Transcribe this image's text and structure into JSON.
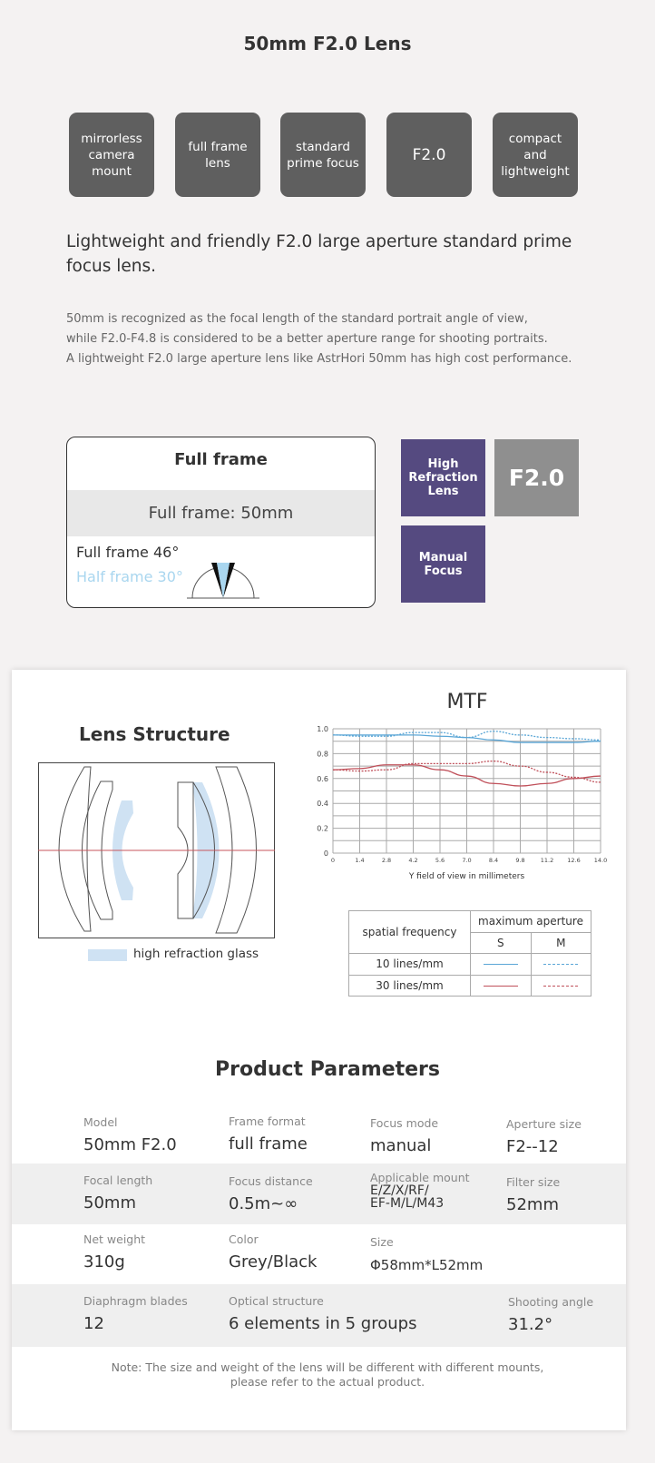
{
  "title": "50mm F2.0 Lens",
  "badges": [
    "mirrorless camera mount",
    "full frame lens",
    "standard prime focus",
    "F2.0",
    "compact and lightweight"
  ],
  "headline": "Lightweight and friendly F2.0 large aperture standard prime focus lens.",
  "paragraph": [
    "50mm is recognized as the focal length of the standard portrait angle of view,",
    "while F2.0-F4.8 is considered to be a better aperture range for shooting portraits.",
    "A lightweight F2.0 large aperture lens like AstrHori 50mm has high cost performance."
  ],
  "frame_box": {
    "title": "Full frame",
    "focal": "Full frame: 50mm",
    "full_angle": "Full frame 46°",
    "half_angle": "Half frame 30°"
  },
  "feature_boxes": {
    "high_refraction": "High Refraction Lens",
    "aperture": "F2.0",
    "manual_focus": "Manual Focus"
  },
  "lens_structure": {
    "title": "Lens Structure",
    "legend": "high refraction glass"
  },
  "chart_data": {
    "type": "line",
    "title": "MTF",
    "xlabel": "Y field of view in millimeters",
    "ylabel": "",
    "xlim": [
      0,
      14
    ],
    "ylim": [
      0,
      1
    ],
    "grid": true,
    "x": [
      0,
      1.4,
      2.8,
      4.2,
      5.6,
      7.0,
      8.4,
      9.8,
      11.2,
      12.6,
      14.0
    ],
    "x_ticks": [
      "0",
      "1.4",
      "2.8",
      "4.2",
      "5.6",
      "7.0",
      "8.4",
      "9.8",
      "11.2",
      "12.6",
      "14.0"
    ],
    "y_ticks": [
      "0",
      "0.2",
      "0.4",
      "0.6",
      "0.8",
      "1.0"
    ],
    "series": [
      {
        "name": "10 lines/mm S",
        "color": "#5aa6d6",
        "dash": false,
        "values": [
          0.95,
          0.95,
          0.95,
          0.95,
          0.94,
          0.93,
          0.91,
          0.89,
          0.89,
          0.89,
          0.9
        ]
      },
      {
        "name": "10 lines/mm M",
        "color": "#5aa6d6",
        "dash": true,
        "values": [
          0.95,
          0.94,
          0.94,
          0.97,
          0.97,
          0.93,
          0.98,
          0.95,
          0.93,
          0.92,
          0.91
        ]
      },
      {
        "name": "30 lines/mm S",
        "color": "#c0505a",
        "dash": false,
        "values": [
          0.67,
          0.68,
          0.71,
          0.71,
          0.67,
          0.62,
          0.56,
          0.54,
          0.56,
          0.6,
          0.62
        ]
      },
      {
        "name": "30 lines/mm M",
        "color": "#c0505a",
        "dash": true,
        "values": [
          0.67,
          0.66,
          0.67,
          0.72,
          0.72,
          0.72,
          0.74,
          0.7,
          0.65,
          0.61,
          0.57
        ]
      }
    ]
  },
  "mtf_legend": {
    "col1": "spatial frequency",
    "group": "maximum aperture",
    "s": "S",
    "m": "M",
    "rows": [
      "10 lines/mm",
      "30 lines/mm"
    ]
  },
  "params": {
    "title": "Product Parameters",
    "rows": [
      [
        {
          "label": "Model",
          "value": "50mm F2.0"
        },
        {
          "label": "Frame format",
          "value": "full frame"
        },
        {
          "label": "Focus mode",
          "value": "manual"
        },
        {
          "label": "Aperture size",
          "value": "F2--12"
        }
      ],
      [
        {
          "label": "Focal length",
          "value": "50mm"
        },
        {
          "label": "Focus distance",
          "value": "0.5m~∞"
        },
        {
          "label": "Applicable mount",
          "value": "E/Z/X/RF/",
          "value2": "EF-M/L/M43"
        },
        {
          "label": "Filter size",
          "value": "52mm"
        }
      ],
      [
        {
          "label": "Net weight",
          "value": "310g"
        },
        {
          "label": "Color",
          "value": "Grey/Black"
        },
        {
          "label": "Size",
          "value": "Φ58mm*L52mm"
        }
      ],
      [
        {
          "label": "Diaphragm blades",
          "value": "12"
        },
        {
          "label": "Optical structure",
          "value": "6 elements in 5 groups"
        },
        {
          "label": "Shooting angle",
          "value": "31.2°"
        }
      ]
    ]
  },
  "note": [
    "Note: The size and weight of the lens will be different with different mounts,",
    "please refer to the actual product."
  ]
}
